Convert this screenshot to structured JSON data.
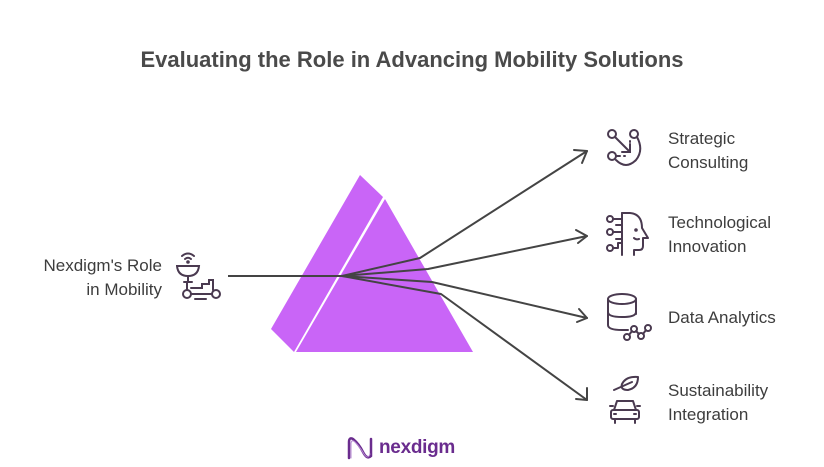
{
  "title": "Evaluating the Role in Advancing Mobility Solutions",
  "source": {
    "label_line1": "Nexdigm's Role",
    "label_line2": "in Mobility",
    "icon": "autonomous-robot-icon"
  },
  "items": [
    {
      "line1": "Strategic",
      "line2": "Consulting",
      "icon": "strategy-arrows-icon"
    },
    {
      "line1": "Technological",
      "line2": "Innovation",
      "icon": "ai-head-icon"
    },
    {
      "line1": "Data Analytics",
      "line2": "",
      "icon": "database-analytics-icon"
    },
    {
      "line1": "Sustainability",
      "line2": "Integration",
      "icon": "eco-car-icon"
    }
  ],
  "logo": {
    "text": "nexdigm"
  },
  "colors": {
    "prism": "#c965f7",
    "line": "#444444",
    "icon": "#4a3a50",
    "text": "#3d3d3d",
    "brand": "#6a2c8e"
  }
}
